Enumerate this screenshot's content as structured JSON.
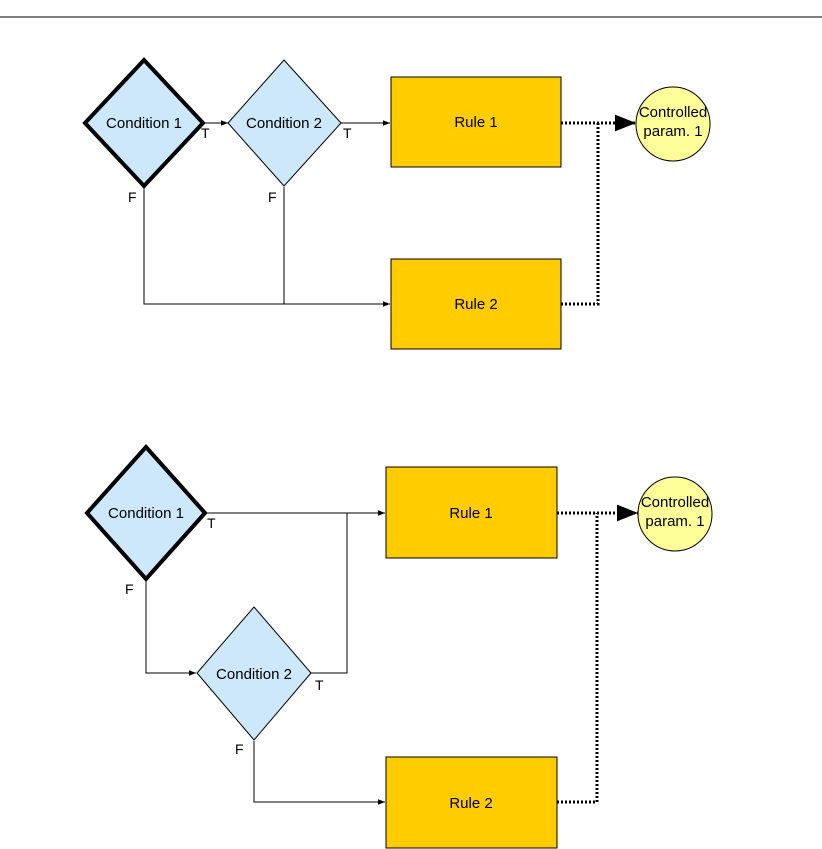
{
  "colors": {
    "condition_fill": "#cce8fa",
    "rule_fill": "#ffcc00",
    "param_fill": "#ffff99",
    "line": "#000000"
  },
  "diagram_top": {
    "condition1": "Condition 1",
    "condition2": "Condition 2",
    "rule1": "Rule 1",
    "rule2": "Rule 2",
    "param_line1": "Controlled",
    "param_line2": "param. 1",
    "cond1_true": "T",
    "cond1_false": "F",
    "cond2_true": "T",
    "cond2_false": "F"
  },
  "diagram_bottom": {
    "condition1": "Condition 1",
    "condition2": "Condition 2",
    "rule1": "Rule 1",
    "rule2": "Rule 2",
    "param_line1": "Controlled",
    "param_line2": "param. 1",
    "cond1_true": "T",
    "cond1_false": "F",
    "cond2_true": "T",
    "cond2_false": "F"
  }
}
